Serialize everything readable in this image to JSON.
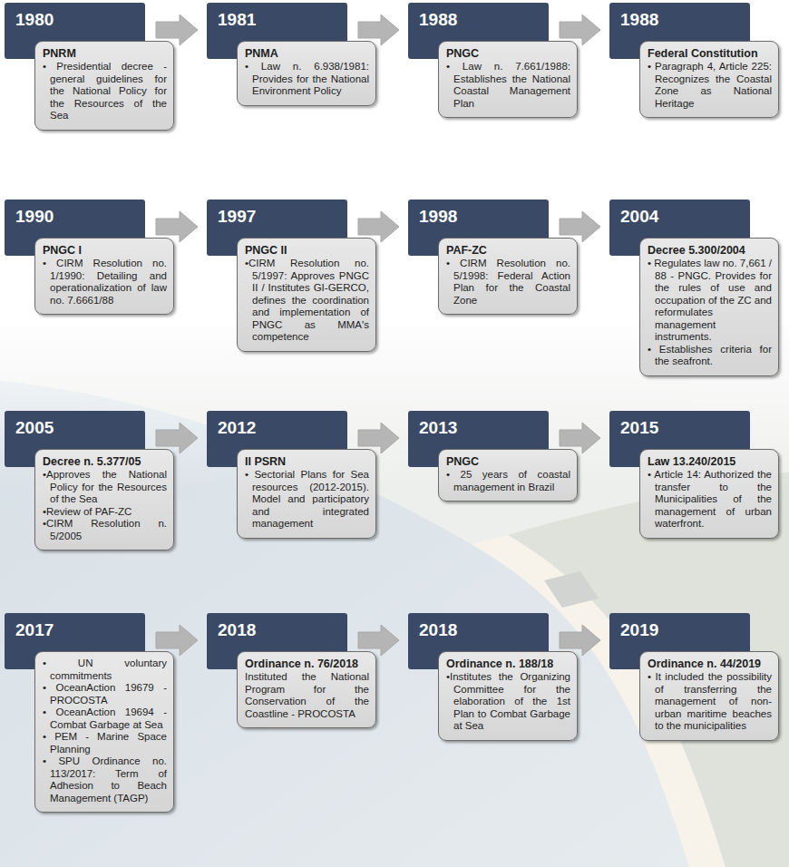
{
  "diagram": {
    "nodes": [
      {
        "text": [
          "1980",
          "PNRM",
          "• Presidential decree - general guidelines for the National Policy for the Resources of the Sea"
        ]
      },
      {
        "text": [
          "1981",
          "PNMA",
          "• Law n. 6.938/1981: Provides for the National Environment Policy"
        ]
      },
      {
        "text": [
          "1988",
          "PNGC",
          "• Law n. 7.661/1988: Establishes the National Coastal Management Plan"
        ]
      },
      {
        "text": [
          "1988",
          "Federal Constitution",
          "• Paragraph 4, Article 225: Recognizes the Coastal Zone as National Heritage"
        ]
      },
      {
        "text": [
          "1990",
          "PNGC I",
          "• CIRM Resolution no. 1/1990: Detailing and operationalization of law no. 7.6661/88"
        ]
      },
      {
        "text": [
          "1997",
          "PNGC II",
          "•CIRM Resolution no. 5/1997: Approves PNGC II / Institutes GI-GERCO, defines the coordination and implementation of PNGC as MMA's competence"
        ]
      },
      {
        "text": [
          "1998",
          "PAF-ZC",
          "• CIRM Resolution no. 5/1998: Federal Action Plan for the Coastal Zone"
        ]
      },
      {
        "text": [
          "2004",
          "Decree 5.300/2004",
          "• Regulates law no. 7,661 / 88 - PNGC. Provides for the rules of use and occupation of the ZC and reformulates management instruments.",
          "• Establishes criteria for the seafront."
        ]
      },
      {
        "text": [
          "2005",
          "Decree n. 5.377/05",
          "•Approves the National Policy for the Resources of the Sea",
          "•Review of PAF-ZC",
          "•CIRM Resolution n. 5/2005"
        ]
      },
      {
        "text": [
          "2012",
          "II PSRN",
          "• Sectorial Plans for Sea resources (2012-2015). Model and participatory and integrated management"
        ]
      },
      {
        "text": [
          "2013",
          "PNGC",
          "• 25 years of coastal management in Brazil"
        ]
      },
      {
        "text": [
          "2015",
          "Law 13.240/2015",
          "• Article 14: Authorized the transfer to the Municipalities of the management of urban waterfront."
        ]
      },
      {
        "text": [
          "2017",
          "• UN voluntary commitments",
          "• OceanAction 19679 - PROCOSTA",
          "• OceanAction 19694 - Combat Garbage at Sea",
          "• PEM - Marine Space Planning",
          "• SPU Ordinance no. 113/2017: Term of Adhesion to Beach Management (TAGP)"
        ]
      },
      {
        "text": [
          "2018",
          "Ordinance n. 76/2018",
          "Instituted the National Program for the Conservation of the Coastline - PROCOSTA"
        ]
      },
      {
        "text": [
          "2018",
          "Ordinance n. 188/18",
          "•Institutes the Organizing Committee for the elaboration of the 1st Plan to Combat Garbage at Sea"
        ]
      },
      {
        "text": [
          "2019",
          "Ordinance n. 44/2019",
          "• It included the possibility of transferring the management of non-urban maritime beaches to the municipalities"
        ]
      }
    ],
    "edges": [
      {
        "from": 0,
        "to": 1,
        "arrow": "to"
      },
      {
        "from": 1,
        "to": 2,
        "arrow": "to"
      },
      {
        "from": 2,
        "to": 3,
        "arrow": "to"
      },
      {
        "from": 4,
        "to": 5,
        "arrow": "to"
      },
      {
        "from": 5,
        "to": 6,
        "arrow": "to"
      },
      {
        "from": 6,
        "to": 7,
        "arrow": "to"
      },
      {
        "from": 8,
        "to": 9,
        "arrow": "to"
      },
      {
        "from": 9,
        "to": 10,
        "arrow": "to"
      },
      {
        "from": 10,
        "to": 11,
        "arrow": "to"
      },
      {
        "from": 12,
        "to": 13,
        "arrow": "to"
      },
      {
        "from": 13,
        "to": 14,
        "arrow": "to"
      },
      {
        "from": 14,
        "to": 15,
        "arrow": "to"
      }
    ]
  }
}
